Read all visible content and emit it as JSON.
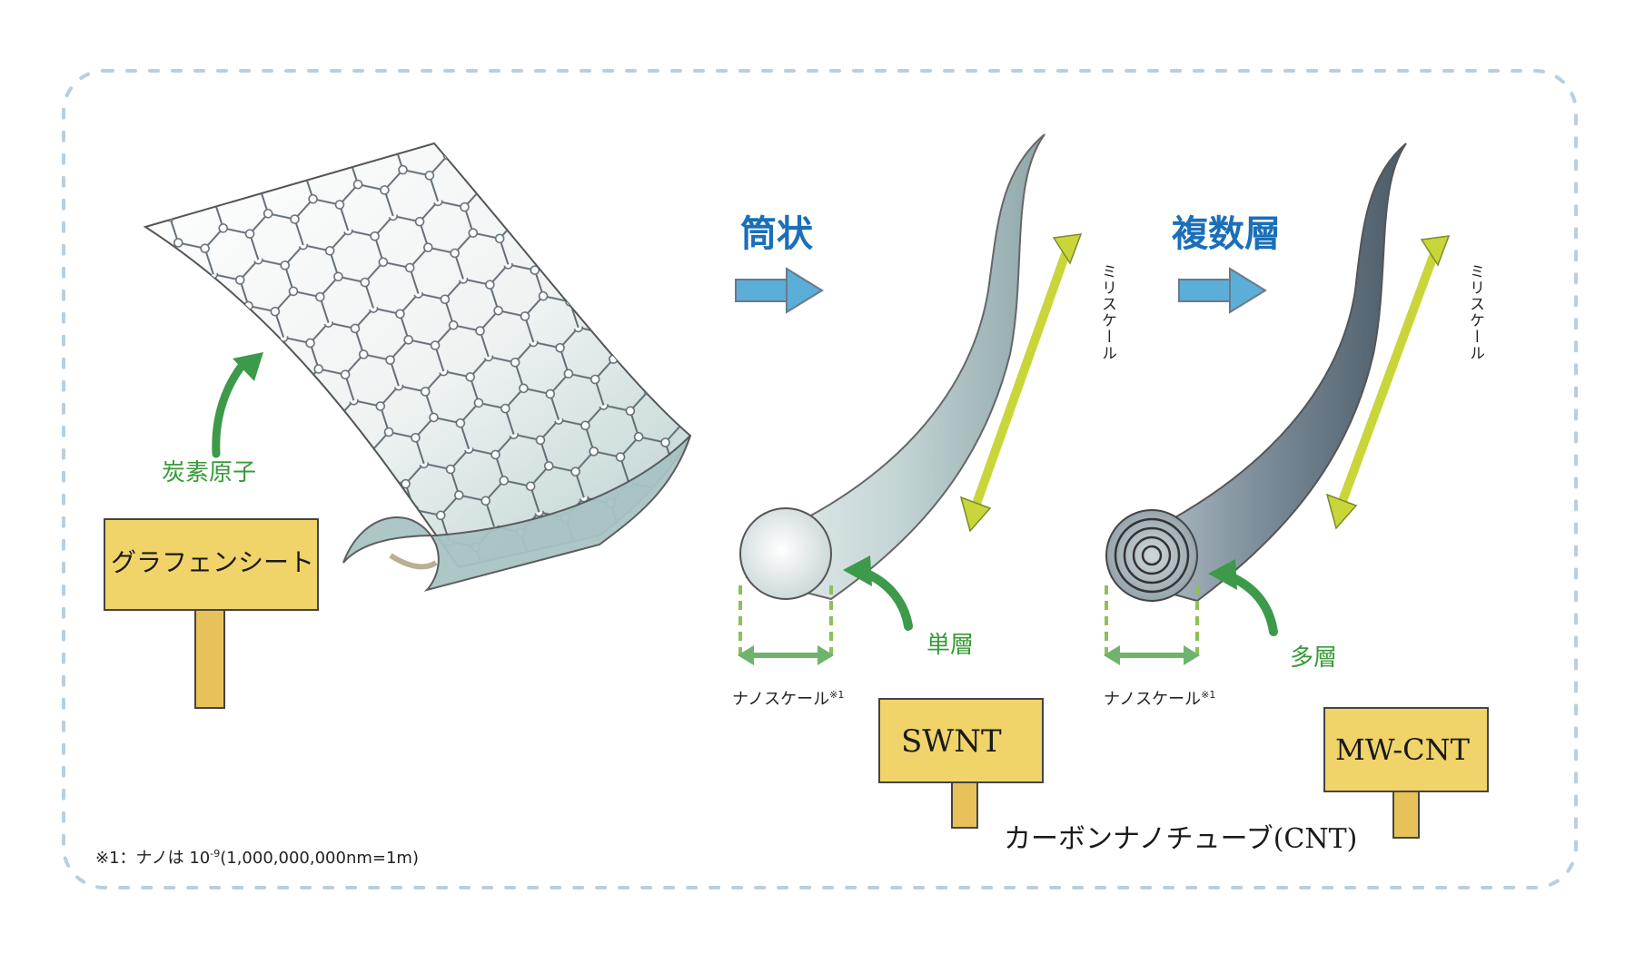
{
  "labels": {
    "carbon_atom": "炭素原子",
    "graphene_sheet": "グラフェンシート",
    "tubular": "筒状",
    "multilayer": "複数層",
    "millimeter_scale_1": "ミリスケール",
    "millimeter_scale_2": "ミリスケール",
    "nanoscale_1": "ナノスケール",
    "nanoscale_2": "ナノスケール",
    "footnote_mark_1": "※1",
    "footnote_mark_2": "※1",
    "single_layer": "単層",
    "multi_layer": "多層",
    "swnt": "SWNT",
    "mwcnt": "MW-CNT",
    "cnt_caption": "カーボンナノチューブ(CNT)",
    "footnote_prefix": "※1：ナノは 10",
    "footnote_exp": "-9",
    "footnote_suffix": "(1,000,000,000nm=1m)"
  },
  "colors": {
    "heading_blue": "#1a6fb8",
    "label_green": "#3a9a3a",
    "arrow_green": "#3c9a4a",
    "arrow_yellow": "#c9d63a",
    "arrow_blue": "#5aaed8",
    "sign_wood": "#f0d46a",
    "post_wood": "#e7c15a",
    "dash_border": "#b7cfe0"
  },
  "icons": {
    "carbon_arrow": "curved-arrow-icon",
    "tube_arrow": "right-arrow-icon"
  }
}
